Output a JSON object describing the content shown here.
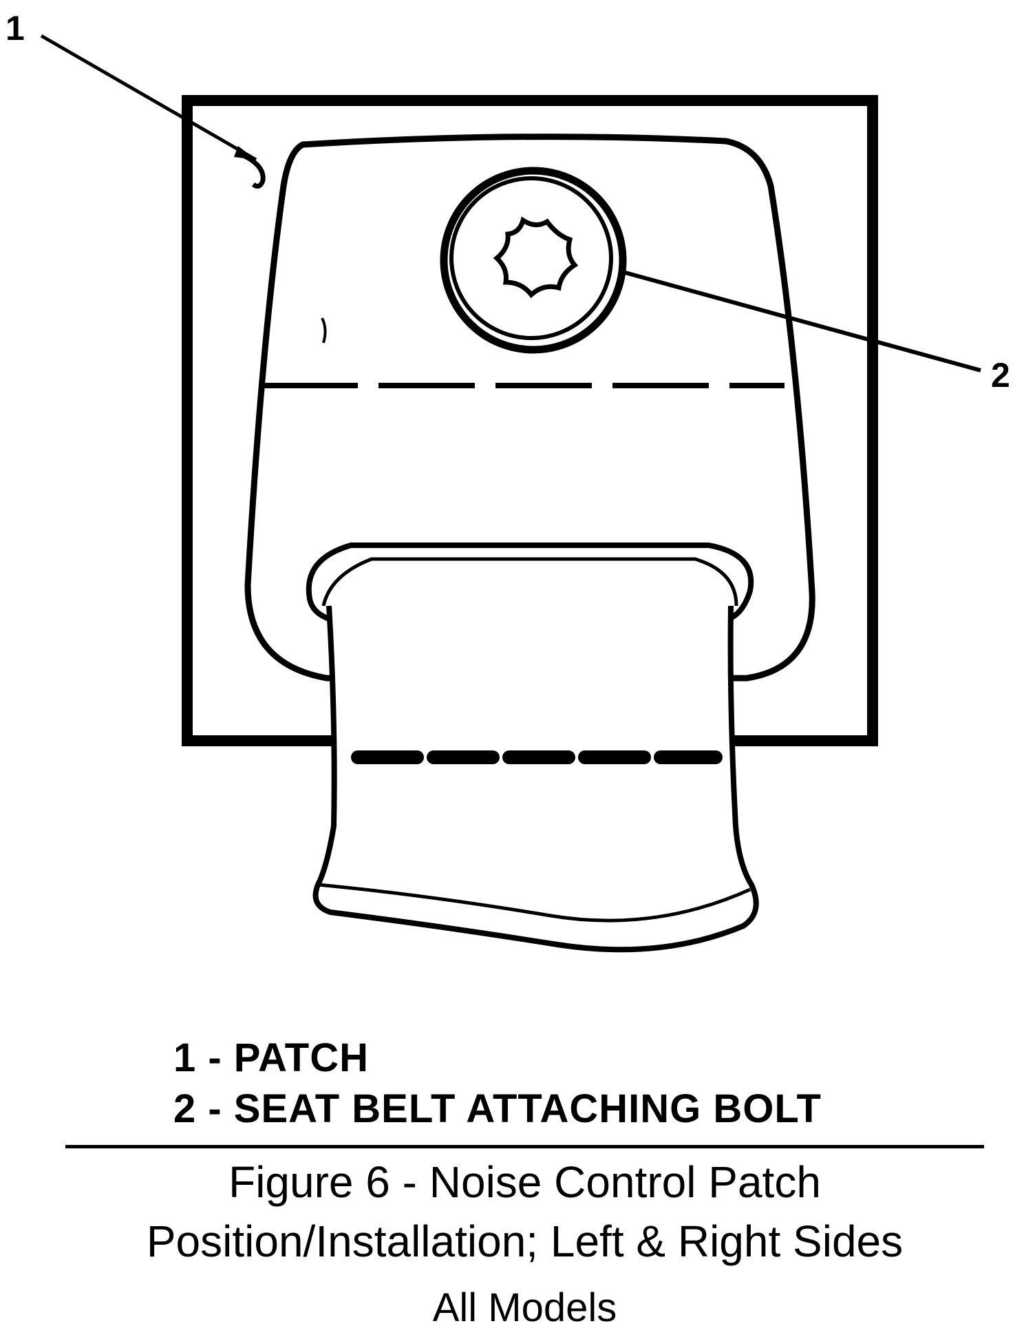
{
  "diagram": {
    "callouts": [
      {
        "number": "1",
        "target": "patch"
      },
      {
        "number": "2",
        "target": "seat belt attaching bolt"
      }
    ],
    "legend": [
      "1 - PATCH",
      "2 - SEAT BELT ATTACHING BOLT"
    ],
    "caption": {
      "line1": "Figure 6 - Noise Control Patch",
      "line2": "Position/Installation; Left & Right Sides"
    },
    "applicability": "All Models"
  },
  "colors": {
    "ink": "#000000",
    "paper": "#ffffff"
  }
}
